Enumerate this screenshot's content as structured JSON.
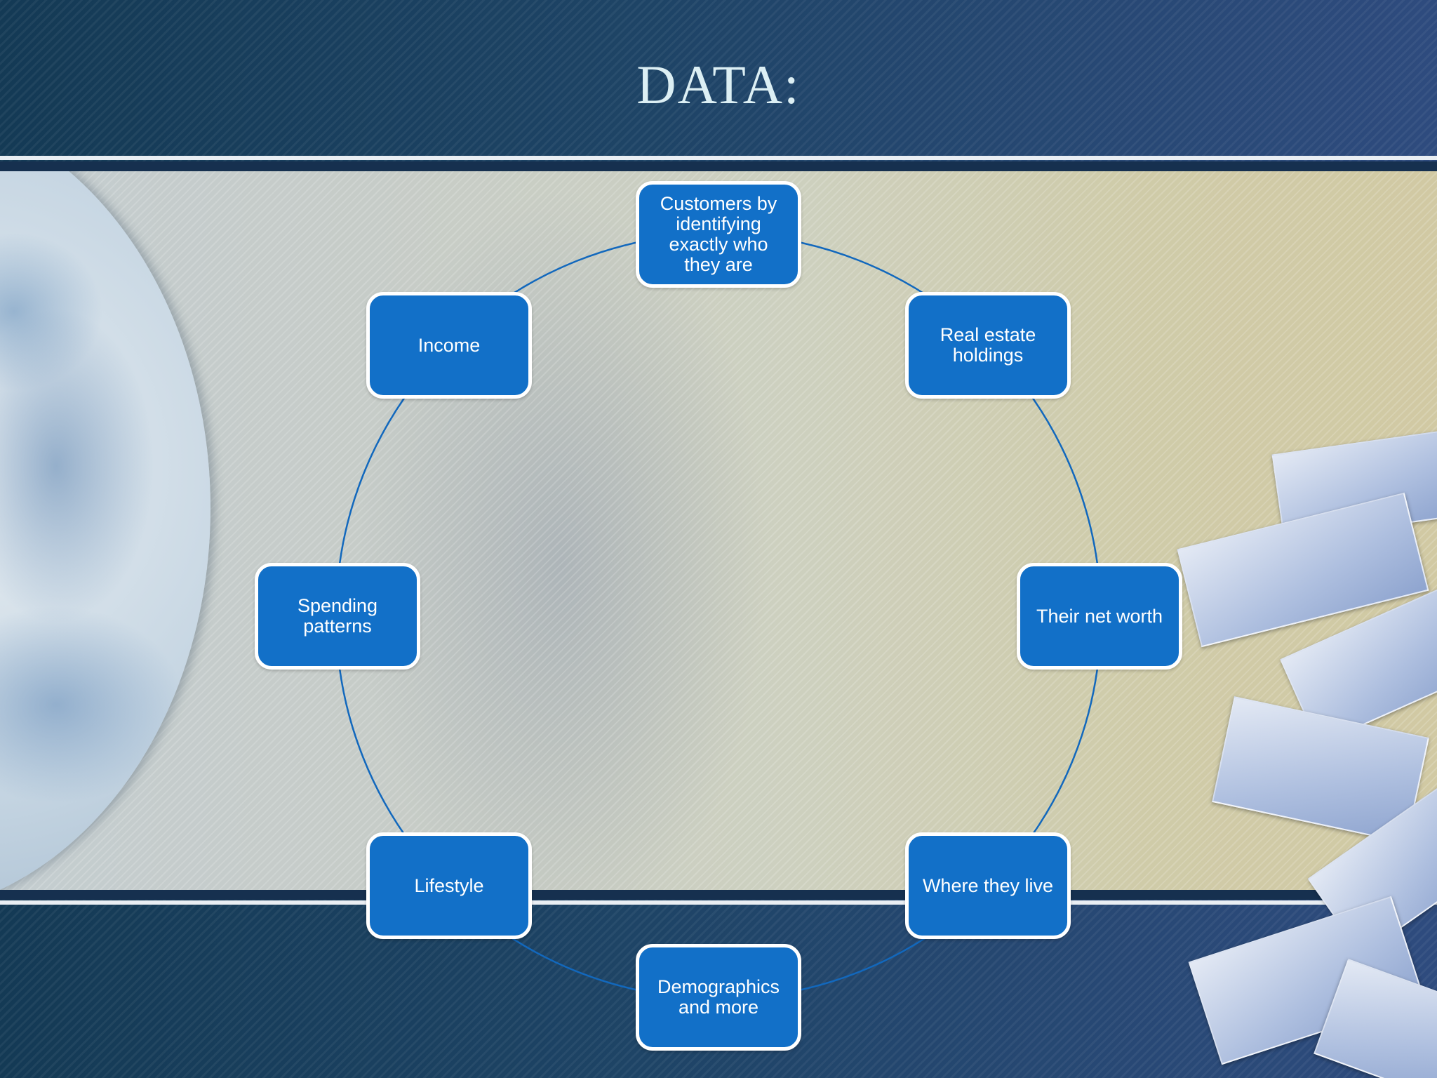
{
  "slide": {
    "title": "DATA:"
  },
  "diagram": {
    "type": "cycle",
    "line_color": "#1268bd",
    "node_color": "#1270c8",
    "node_border_color": "#ffffff",
    "nodes": [
      {
        "label": "Customers by identifying exactly who they are"
      },
      {
        "label": "Real estate holdings"
      },
      {
        "label": "Their net worth"
      },
      {
        "label": "Where they live"
      },
      {
        "label": "Demographics and more"
      },
      {
        "label": "Lifestyle"
      },
      {
        "label": "Spending patterns"
      },
      {
        "label": "Income"
      }
    ]
  },
  "decor": {
    "background_image": "globe-and-banknotes",
    "accent_color": "#1e4466"
  }
}
